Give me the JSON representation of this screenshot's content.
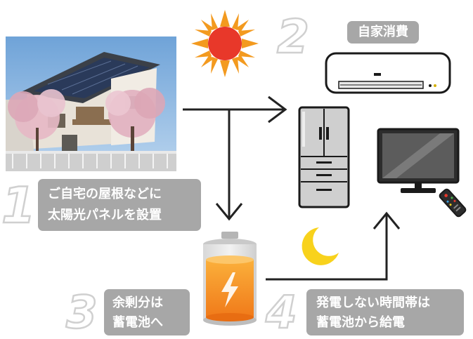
{
  "steps": [
    {
      "number": "1",
      "lines": [
        "ご自宅の屋根などに",
        "太陽光パネルを設置"
      ]
    },
    {
      "number": "2",
      "lines": [
        "自家消費"
      ]
    },
    {
      "number": "3",
      "lines": [
        "余剰分は",
        "蓄電池へ"
      ]
    },
    {
      "number": "4",
      "lines": [
        "発電しない時間帯は",
        "蓄電池から給電"
      ]
    }
  ],
  "icons": [
    "house-photo",
    "sun-icon",
    "moon-icon",
    "air-conditioner-icon",
    "refrigerator-icon",
    "television-icon",
    "remote-control-icon",
    "battery-icon",
    "lightning-bolt-icon"
  ],
  "colors": {
    "label_bg": "#a7a7a7",
    "sun": "#e8382a",
    "sun_rays": "#f39a1f",
    "moon": "#f8d21c",
    "battery": "#f39a1f",
    "arrow": "#222222"
  }
}
